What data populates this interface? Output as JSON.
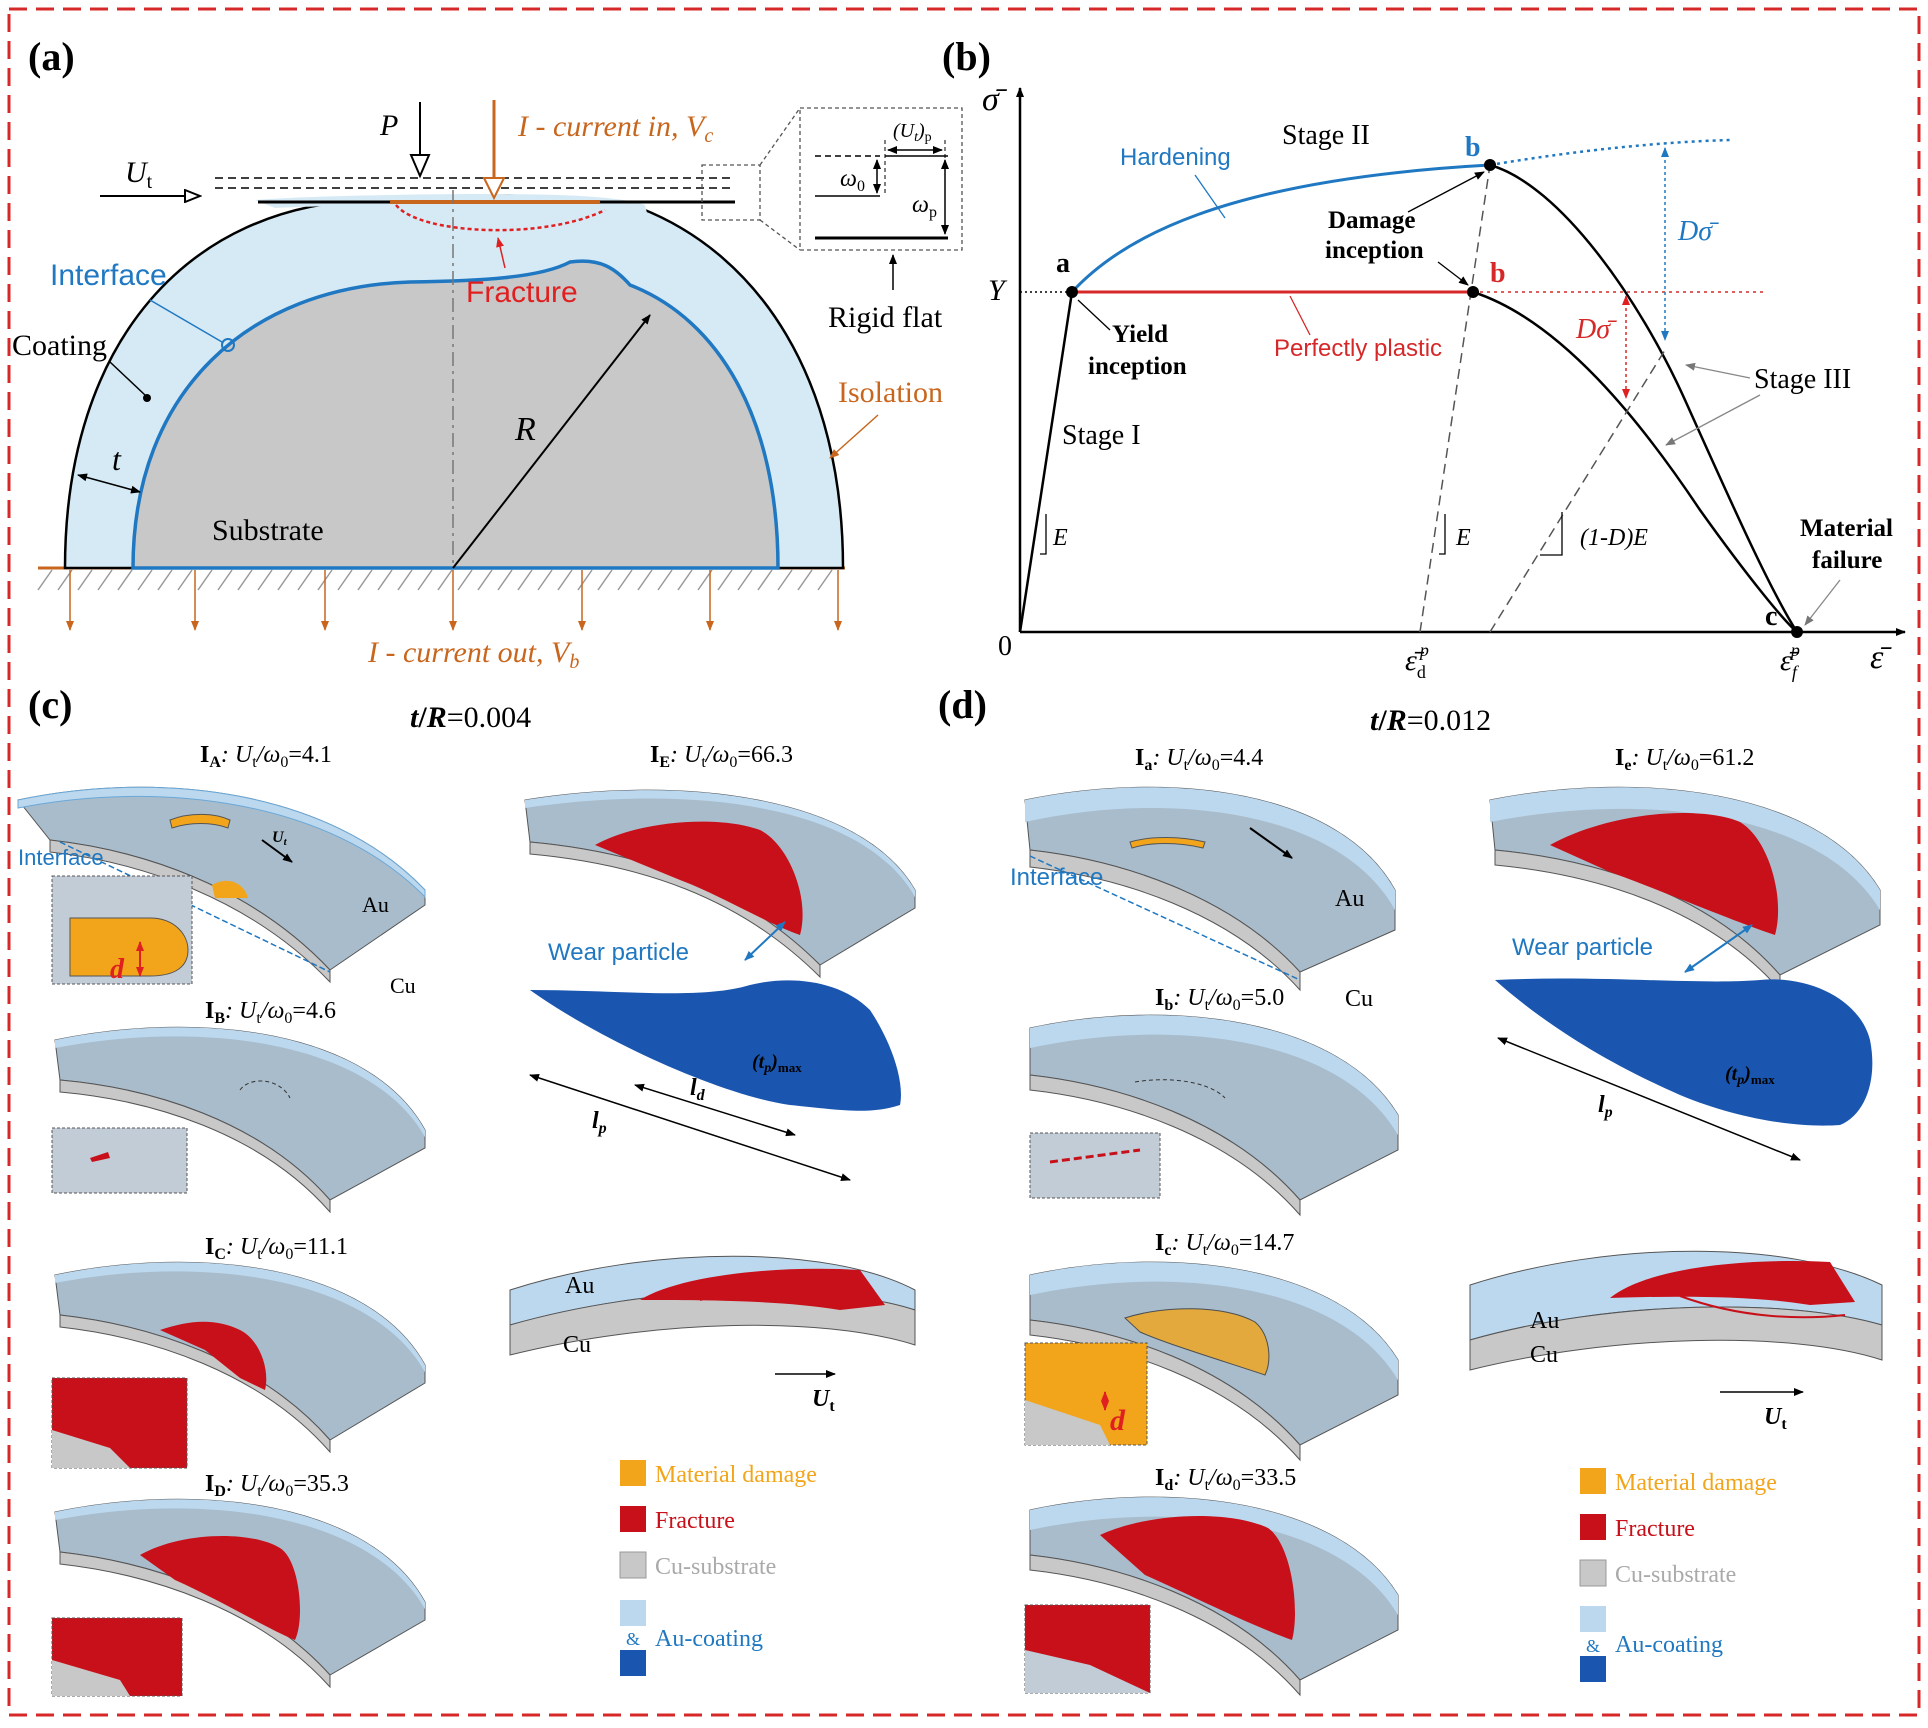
{
  "colors": {
    "frame": "#d62828",
    "coating": "#d6eaf6",
    "interface": "#1f78c1",
    "substrate": "#c8c8c8",
    "orange": "#c8661e",
    "red": "#e02020",
    "fracture": "#c8101a",
    "damage": "#f2a51a",
    "wear": "#1a56b0",
    "blue_curve": "#1f78c1",
    "slab_top": "#a9bccb"
  },
  "panel_a": {
    "label": "(a)",
    "P": "P",
    "Ut": "U",
    "Ut_sub": "t",
    "current_in": "I - current in, V",
    "current_in_sub": "c",
    "current_out": "I - current out, V",
    "current_out_sub": "b",
    "interface": "Interface",
    "coating": "Coating",
    "fracture": "Fracture",
    "isolation": "Isolation",
    "substrate": "Substrate",
    "t": "t",
    "R": "R",
    "rigid_flat": "Rigid flat",
    "inset_utp": "(U",
    "inset_utp_sub": "t",
    "inset_utp_end": ")",
    "inset_utp_p": "p",
    "inset_w0": "ω",
    "inset_w0_sub": "0",
    "inset_wp": "ω",
    "inset_wp_sub": "p"
  },
  "panel_b": {
    "label": "(b)",
    "y_axis": "σ̄",
    "x_axis": "ε̄",
    "origin": "0",
    "Y": "Y",
    "a": "a",
    "b_blue": "b",
    "b_red": "b",
    "c": "c",
    "stage1": "Stage I",
    "stage2": "Stage II",
    "stage3": "Stage III",
    "hardening": "Hardening",
    "damage_inception_1": "Damage",
    "damage_inception_2": "inception",
    "yield_inception_1": "Yield",
    "yield_inception_2": "inception",
    "perfectly_plastic": "Perfectly plastic",
    "material_failure_1": "Material",
    "material_failure_2": "failure",
    "E1": "E",
    "E2": "E",
    "E3": "(1-D)E",
    "Dsigma_blue": "Dσ̄",
    "Dsigma_red": "Dσ̄",
    "eps_d": "ε̄",
    "eps_d_sub": "d",
    "eps_d_sup": "p",
    "eps_f": "ε̄",
    "eps_f_sub": "f",
    "eps_f_sup": "p"
  },
  "panel_c": {
    "label": "(c)",
    "title": "t/R=0.004",
    "title_t": "t",
    "title_R": "R",
    "title_rest": "=0.004",
    "IA": "I",
    "IA_sub": "A",
    "IA_eq": ": U",
    "IA_val": "/ω",
    "IA_num": "=4.1",
    "IB_sub": "B",
    "IB_num": "=4.6",
    "IC_sub": "C",
    "IC_num": "=11.1",
    "ID_sub": "D",
    "ID_num": "=35.3",
    "IE_sub": "E",
    "IE_num": "=66.3",
    "interface": "Interface",
    "Au": "Au",
    "Cu": "Cu",
    "Ut": "U",
    "d": "d",
    "wear_particle": "Wear particle",
    "tp_max": "(t",
    "tp_max_sub": "p",
    "tp_max_end": ")",
    "tp_max_max": "max",
    "ld": "l",
    "ld_sub": "d",
    "lp": "l",
    "lp_sub": "p",
    "Au2": "Au",
    "Cu2": "Cu",
    "Ut2": "U",
    "legend": {
      "damage": "Material damage",
      "fracture": "Fracture",
      "cu": "Cu-substrate",
      "amp": "&",
      "au": "Au-coating"
    }
  },
  "panel_d": {
    "label": "(d)",
    "title_rest": "=0.012",
    "Ia_sub": "a",
    "Ia_num": "=4.4",
    "Ib_sub": "b",
    "Ib_num": "=5.0",
    "Ic_sub": "c",
    "Ic_num": "=14.7",
    "Id_sub": "d",
    "Id_num": "=33.5",
    "Ie_sub": "e",
    "Ie_num": "=61.2",
    "interface": "Interface",
    "Au": "Au",
    "Cu": "Cu",
    "d": "d",
    "wear_particle": "Wear particle",
    "lp": "l",
    "Au2": "Au",
    "Cu2": "Cu",
    "legend": {
      "damage": "Material damage",
      "fracture": "Fracture",
      "cu": "Cu-substrate",
      "amp": "&",
      "au": "Au-coating"
    }
  }
}
